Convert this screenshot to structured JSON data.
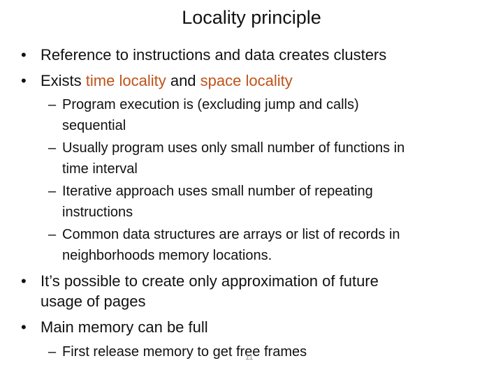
{
  "title": "Locality principle",
  "bullet_glyph": "•",
  "dash_glyph": "–",
  "accent_color": "#c0521a",
  "bullets": [
    {
      "text": "Reference to instructions and data creates clusters"
    },
    {
      "pre": "Exists ",
      "hl1": "time locality",
      "mid": " and ",
      "hl2": "space locality"
    }
  ],
  "subbullets": [
    {
      "l1": "Program execution is (excluding jump and calls)",
      "l2": "sequential"
    },
    {
      "l1": "Usually program uses only small number of functions in",
      "l2": "time interval"
    },
    {
      "l1": "Iterative approach uses small number of repeating",
      "l2": "instructions"
    },
    {
      "l1": "Common data structures are arrays or list of records in",
      "l2": "neighborhoods memory locations."
    }
  ],
  "bullets2": [
    {
      "l1": "It’s possible to create only approximation of future",
      "l2": "usage of pages"
    },
    {
      "text": "Main memory can be full"
    }
  ],
  "last_sub": "First release memory to get free frames",
  "page_number": "11"
}
